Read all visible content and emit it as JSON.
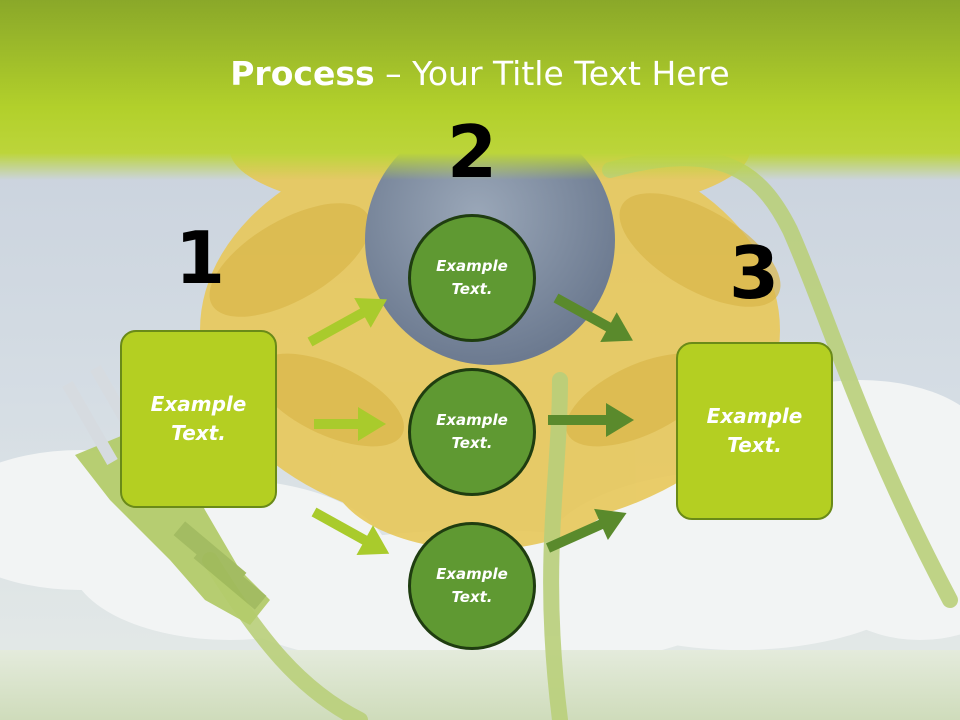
{
  "title": {
    "bold": "Process",
    "rest": " – Your Title Text Here"
  },
  "steps": [
    {
      "number": "1",
      "box": {
        "line1": "Example",
        "line2": "Text."
      }
    },
    {
      "number": "2",
      "circles": [
        {
          "line1": "Example",
          "line2": "Text."
        },
        {
          "line1": "Example",
          "line2": "Text."
        },
        {
          "line1": "Example",
          "line2": "Text."
        }
      ]
    },
    {
      "number": "3",
      "box": {
        "line1": "Example",
        "line2": "Text."
      }
    }
  ],
  "colors": {
    "title_bar": "#a6c81e",
    "box_fill": "#b4cf22",
    "circle_fill": "#5f9932",
    "arrow_light": "#a9cb2c",
    "arrow_dark": "#5a8a2c"
  },
  "icons": [
    "sunflower-background",
    "power-plug-icon",
    "arrow-icon"
  ]
}
